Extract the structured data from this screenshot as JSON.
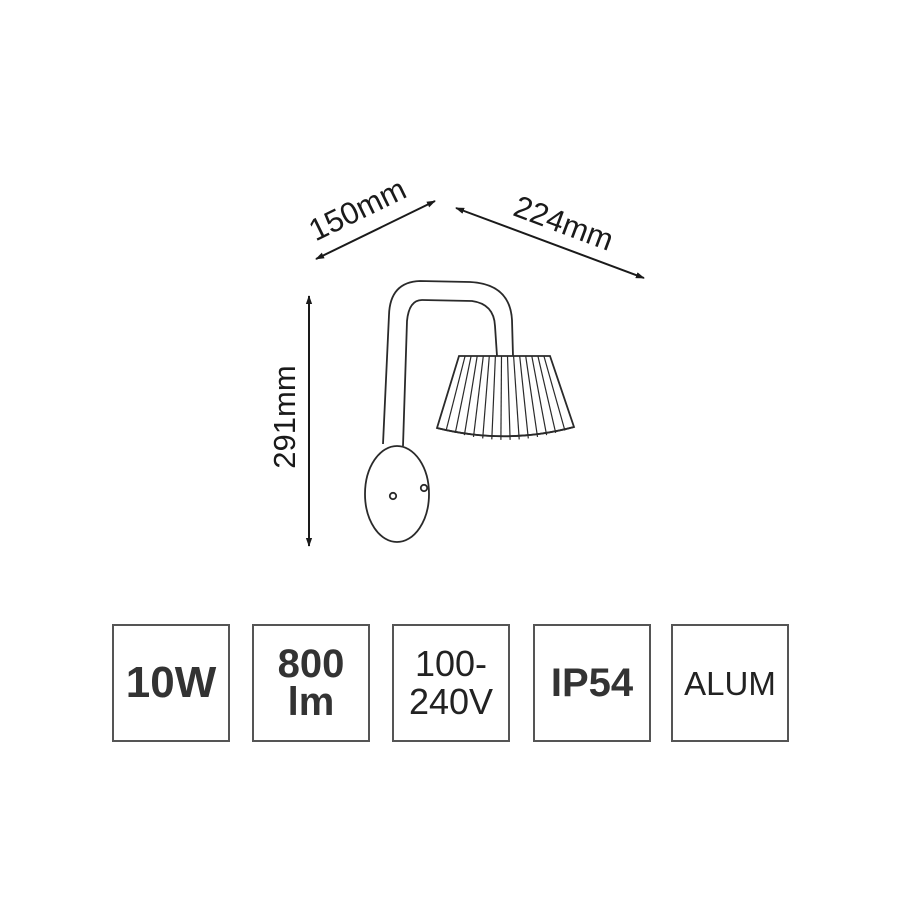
{
  "dimensions": {
    "depth": "150mm",
    "width": "224mm",
    "height": "291mm"
  },
  "specs": [
    {
      "lines": [
        "10W"
      ],
      "style": "bold"
    },
    {
      "lines": [
        "800",
        "lm"
      ],
      "style": "bold"
    },
    {
      "lines": [
        "100-",
        "240V"
      ],
      "style": "regular"
    },
    {
      "lines": [
        "IP54"
      ],
      "style": "bold"
    },
    {
      "lines": [
        "ALUM"
      ],
      "style": "regular"
    }
  ],
  "colors": {
    "line": "#2a2a2a",
    "box_border": "#555555"
  }
}
